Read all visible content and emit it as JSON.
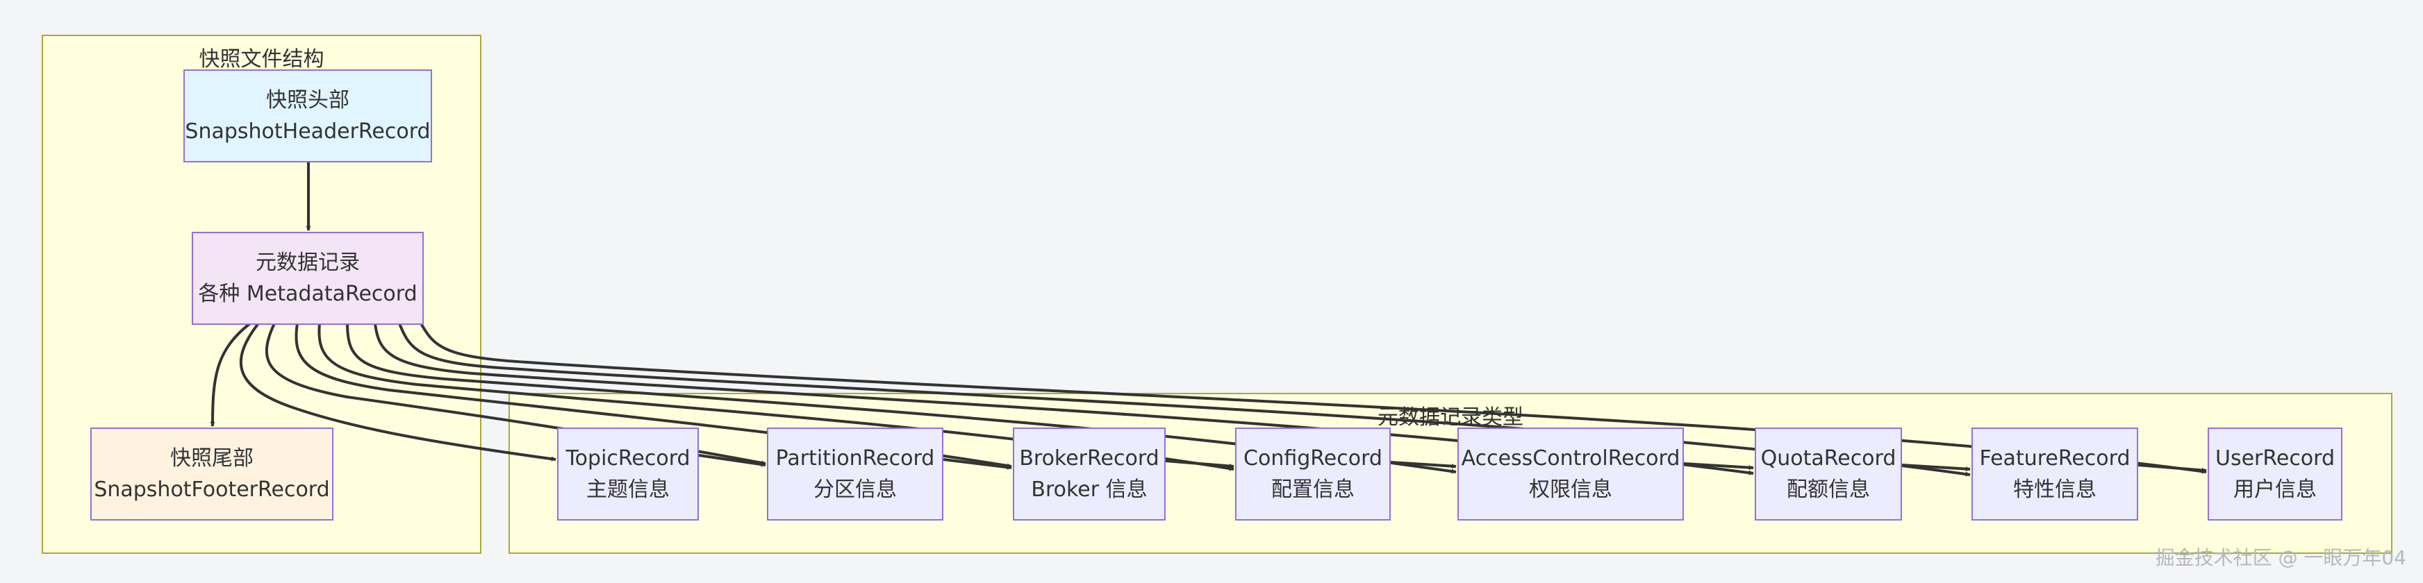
{
  "clusters": {
    "snapshot_structure": {
      "title": "快照文件结构"
    },
    "metadata_types": {
      "title": "元数据记录类型"
    }
  },
  "nodes": {
    "header": {
      "line1": "快照头部",
      "line2": "SnapshotHeaderRecord",
      "color": "#e1f5fe"
    },
    "records": {
      "line1": "元数据记录",
      "line2": "各种 MetadataRecord",
      "color": "#f3e5f5"
    },
    "footer": {
      "line1": "快照尾部",
      "line2": "SnapshotFooterRecord",
      "color": "#fff3e0"
    },
    "topic": {
      "line1": "TopicRecord",
      "line2": "主题信息",
      "color": "#ececff"
    },
    "partition": {
      "line1": "PartitionRecord",
      "line2": "分区信息",
      "color": "#ececff"
    },
    "broker": {
      "line1": "BrokerRecord",
      "line2": "Broker 信息",
      "color": "#ececff"
    },
    "config": {
      "line1": "ConfigRecord",
      "line2": "配置信息",
      "color": "#ececff"
    },
    "acl": {
      "line1": "AccessControlRecord",
      "line2": "权限信息",
      "color": "#ececff"
    },
    "quota": {
      "line1": "QuotaRecord",
      "line2": "配额信息",
      "color": "#ececff"
    },
    "feature": {
      "line1": "FeatureRecord",
      "line2": "特性信息",
      "color": "#ececff"
    },
    "user": {
      "line1": "UserRecord",
      "line2": "用户信息",
      "color": "#ececff"
    }
  },
  "watermark": "掘金技术社区 @ 一眼万年04"
}
